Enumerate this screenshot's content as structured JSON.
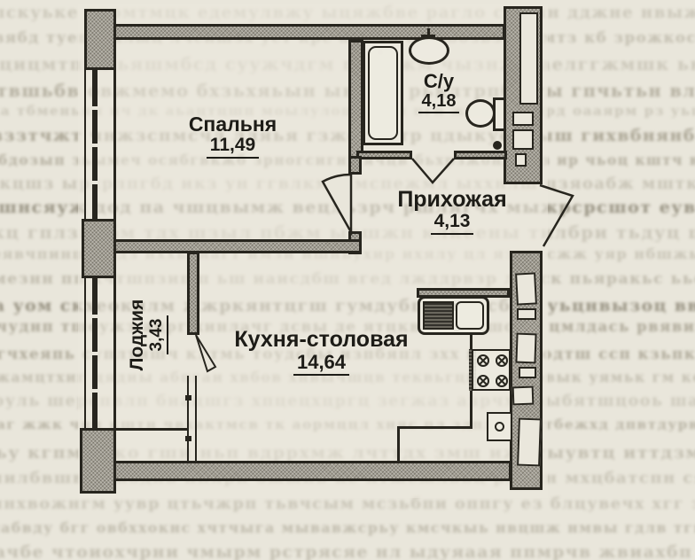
{
  "document": {
    "kind": "apartment floor plan scan",
    "language": "ru"
  },
  "rooms": [
    {
      "key": "bedroom",
      "label": "Спальня",
      "area": "11,49"
    },
    {
      "key": "bathroom",
      "label": "С/у",
      "area": "4,18"
    },
    {
      "key": "hallway",
      "label": "Прихожая",
      "area": "4,13"
    },
    {
      "key": "kitchen",
      "label": "Кухня-столовая",
      "area": "14,64"
    },
    {
      "key": "loggia",
      "label": "Лоджия",
      "area": "3,43"
    }
  ],
  "colors": {
    "paper": "#e9e6db",
    "wall_fill": "#a19d91",
    "line": "#27251e",
    "bleed_text": "#97917f"
  }
}
